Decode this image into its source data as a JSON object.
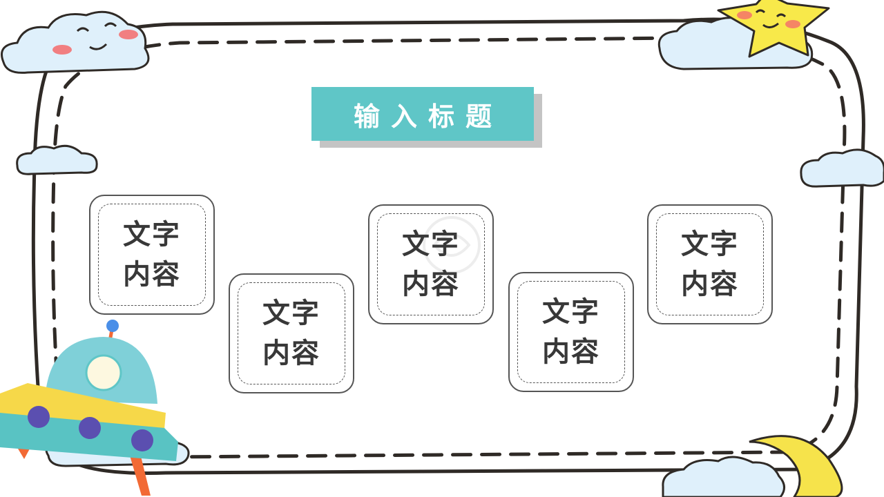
{
  "title": "输入标题",
  "cards": [
    {
      "line1": "文字",
      "line2": "内容"
    },
    {
      "line1": "文字",
      "line2": "内容"
    },
    {
      "line1": "文字",
      "line2": "内容"
    },
    {
      "line1": "文字",
      "line2": "内容"
    },
    {
      "line1": "文字",
      "line2": "内容"
    }
  ],
  "colors": {
    "title_bg": "#5fc6c7",
    "frame": "#2f2a26",
    "cloud": "#dff0fb",
    "star": "#f8e94a",
    "moon": "#f6e34b",
    "ufo_dome": "#7fd0d8",
    "ufo_body": "#59c3c3",
    "ufo_band": "#f6d849",
    "ufo_windows": "#5b4fb0",
    "ufo_legs": "#f26a35"
  },
  "icons": [
    "smiling-cloud-icon",
    "smiling-star-icon",
    "crescent-moon-icon",
    "ufo-icon",
    "cloud-icon"
  ]
}
